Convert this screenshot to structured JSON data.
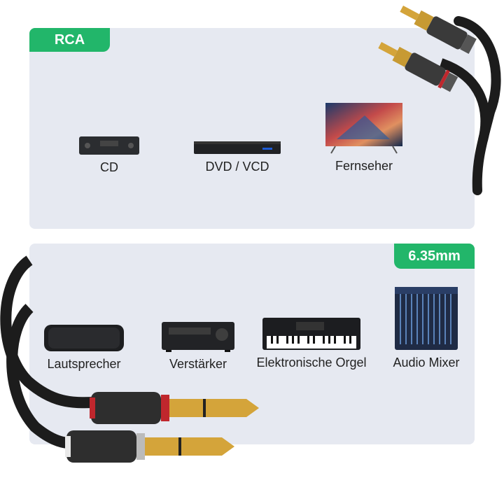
{
  "top": {
    "tag": "RCA",
    "devices": [
      {
        "label": "CD",
        "icon": "cd-player-icon"
      },
      {
        "label": "DVD / VCD",
        "icon": "dvd-player-icon"
      },
      {
        "label": "Fernseher",
        "icon": "tv-icon"
      }
    ]
  },
  "bottom": {
    "tag": "6.35mm",
    "devices": [
      {
        "label": "Lautsprecher",
        "icon": "speaker-icon"
      },
      {
        "label": "Verstärker",
        "icon": "amplifier-icon"
      },
      {
        "label": "Elektronische Orgel",
        "icon": "keyboard-icon"
      },
      {
        "label": "Audio Mixer",
        "icon": "mixer-icon"
      }
    ]
  },
  "colors": {
    "accent": "#22b66a",
    "panel": "#e6e9f1",
    "cable": "#1c1c1c",
    "gold": "#d4a43a"
  }
}
